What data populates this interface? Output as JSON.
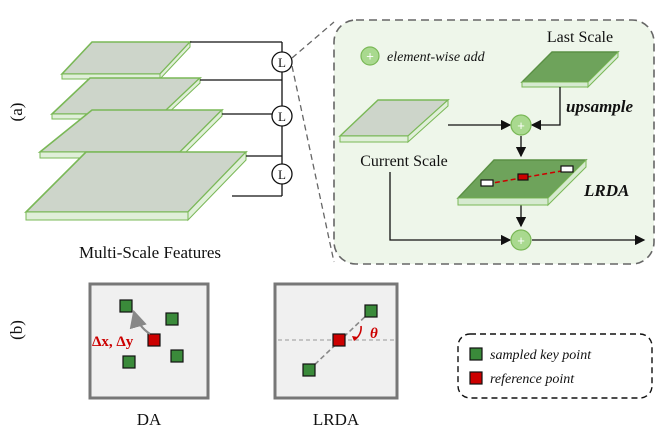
{
  "labels": {
    "part_a": "(a)",
    "part_b": "(b)",
    "multi_scale": "Multi-Scale Features",
    "last_scale": "Last Scale",
    "current_scale": "Current Scale",
    "upsample": "upsample",
    "lrda": "LRDA",
    "element_wise_add": "element-wise add",
    "l_node": "L",
    "da_caption": "DA",
    "lrda_caption": "LRDA",
    "delta_text": "Δx, Δy",
    "theta": "θ",
    "sampled_key_point": "sampled key point",
    "reference_point": "reference point"
  },
  "colors": {
    "green_fill": "#d6ead0",
    "green_stroke": "#7ab857",
    "plane_fill": "#c9d3c6",
    "lrda_plane_fill": "#6ea35b",
    "panel_fill": "#eef6ea",
    "key_point": "#3a8a3a",
    "ref_point": "#cc0000"
  }
}
